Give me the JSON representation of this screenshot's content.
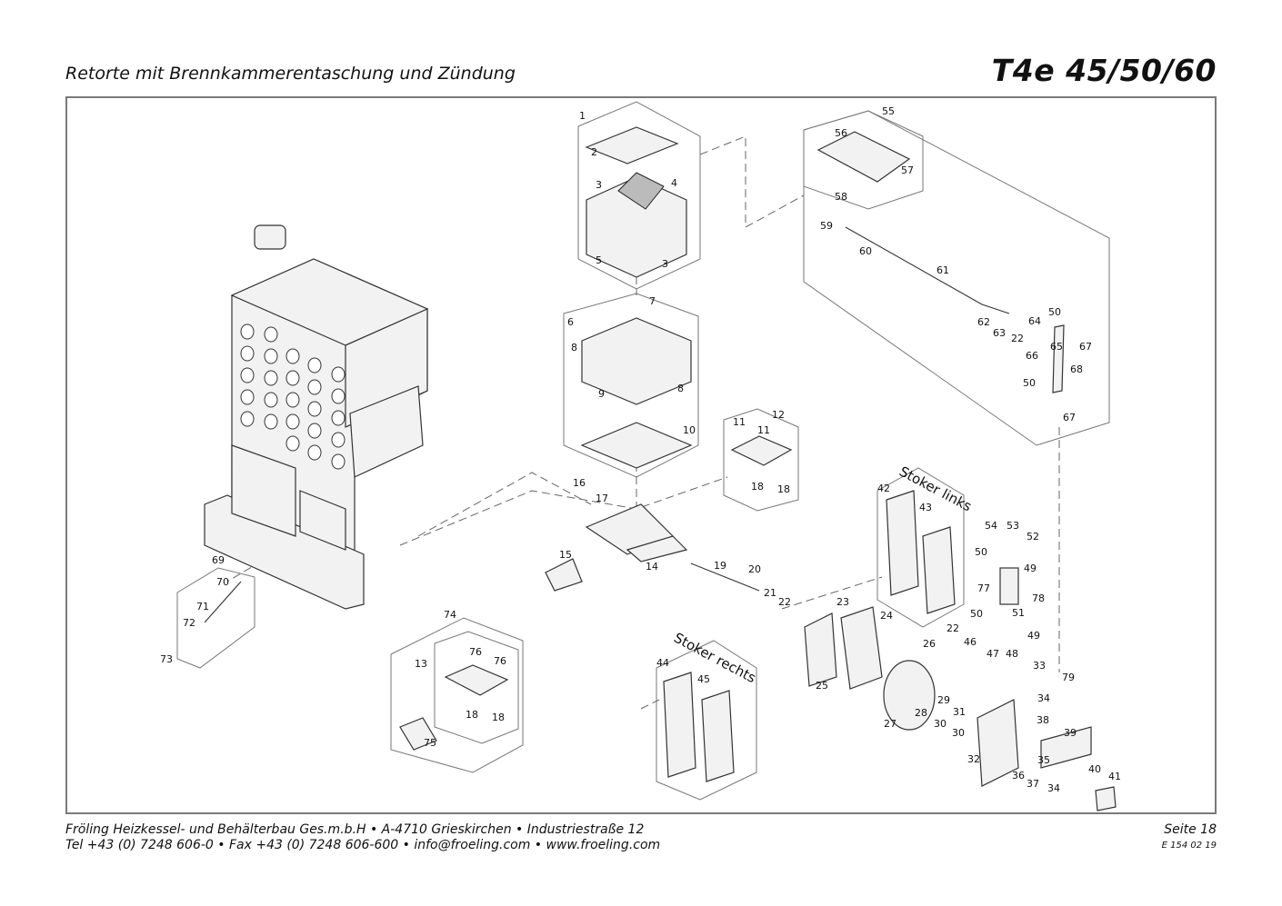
{
  "header": {
    "title": "Retorte mit Brennkammerentaschung und Zündung",
    "model": "T4e 45/50/60"
  },
  "footer": {
    "line1": "Fröling Heizkessel- und Behälterbau Ges.m.b.H  •  A-4710 Grieskirchen  •  Industriestraße 12",
    "line2": "Tel +43 (0) 7248 606-0  •  Fax +43 (0) 7248 606-600  •  info@froeling.com  •  www.froeling.com",
    "page": "Seite 18",
    "doc_code": "E 154 02 19"
  },
  "diagram": {
    "group_labels": {
      "stoker_links": "Stoker links",
      "stoker_rechts": "Stoker rechts"
    },
    "part_labels": [
      "1",
      "2",
      "3",
      "4",
      "5",
      "3",
      "6",
      "7",
      "8",
      "8",
      "9",
      "10",
      "11",
      "11",
      "12",
      "18",
      "18",
      "16",
      "17",
      "15",
      "14",
      "19",
      "20",
      "21",
      "22",
      "13",
      "74",
      "76",
      "76",
      "18",
      "18",
      "75",
      "69",
      "70",
      "71",
      "72",
      "73",
      "55",
      "56",
      "57",
      "58",
      "59",
      "60",
      "61",
      "62",
      "63",
      "22",
      "64",
      "66",
      "65",
      "50",
      "67",
      "68",
      "50",
      "67",
      "42",
      "43",
      "54",
      "53",
      "52",
      "50",
      "49",
      "77",
      "78",
      "51",
      "50",
      "22",
      "46",
      "47",
      "48",
      "49",
      "44",
      "45",
      "23",
      "24",
      "25",
      "26",
      "27",
      "28",
      "29",
      "30",
      "31",
      "30",
      "33",
      "79",
      "34",
      "38",
      "39",
      "32",
      "35",
      "36",
      "37",
      "34",
      "40",
      "41"
    ]
  }
}
